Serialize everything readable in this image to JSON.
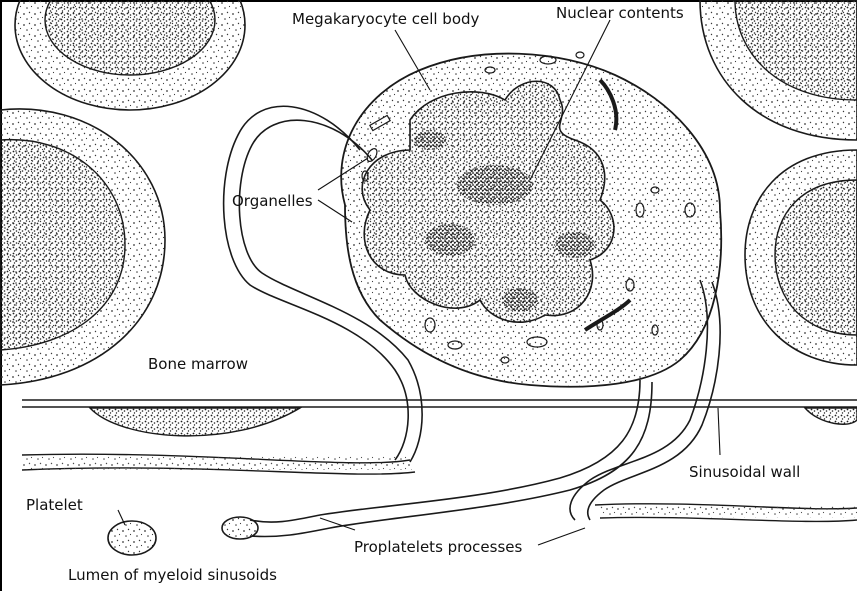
{
  "labels": {
    "cell_body": "Megakaryocyte cell body",
    "nuclear_contents": "Nuclear contents",
    "organelles": "Organelles",
    "bone_marrow": "Bone marrow",
    "sinusoidal_wall": "Sinusoidal wall",
    "platelet": "Platelet",
    "proplatelets": "Proplatelets processes",
    "lumen": "Lumen of myeloid sinusoids"
  },
  "colors": {
    "ink": "#1a1a1a",
    "stipple": "#3a3a3a",
    "dense_chromatin": "#222222",
    "background": "#ffffff"
  }
}
